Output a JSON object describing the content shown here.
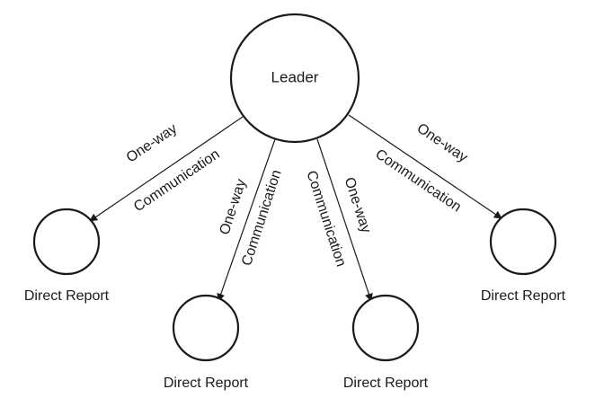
{
  "leader": {
    "label": "Leader"
  },
  "reports": [
    {
      "label": "Direct Report"
    },
    {
      "label": "Direct Report"
    },
    {
      "label": "Direct Report"
    },
    {
      "label": "Direct Report"
    }
  ],
  "edges": [
    {
      "label_1": "One-way",
      "label_2": "Communication"
    },
    {
      "label_1": "One-way",
      "label_2": "Communication"
    },
    {
      "label_1": "Communication",
      "label_2": "One-way"
    },
    {
      "label_1": "One-way",
      "label_2": "Communication"
    }
  ],
  "colors": {
    "stroke": "#1a1a1a",
    "background": "#ffffff"
  }
}
